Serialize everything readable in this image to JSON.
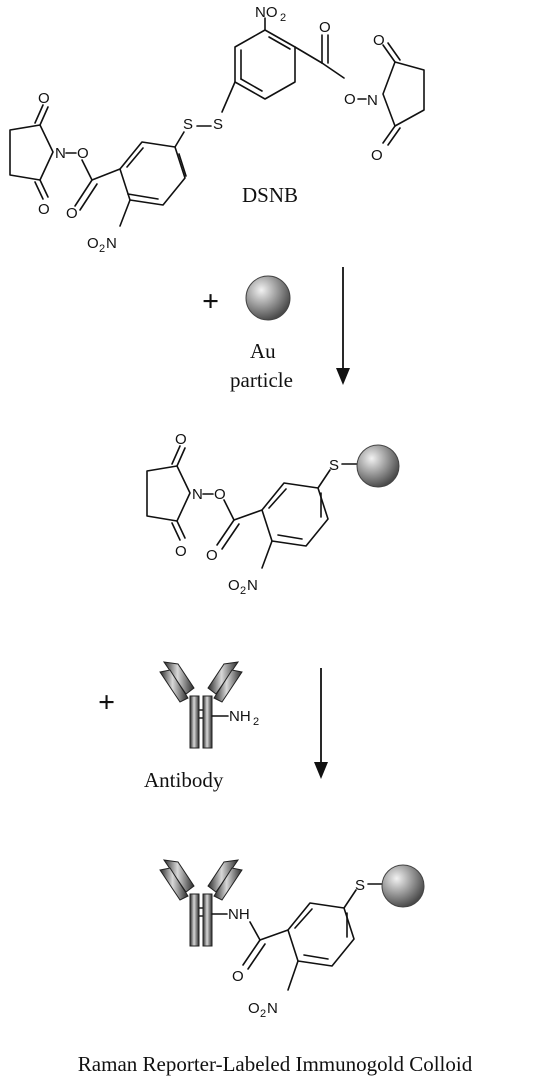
{
  "atoms": {
    "no2": "NO",
    "o2n": "O",
    "two": "2",
    "o2n_tail": "N",
    "n": "N",
    "o": "O",
    "s": "S",
    "nh2": "NH",
    "nh": "NH"
  },
  "labels": {
    "dsnb": "DSNB",
    "plus": "+",
    "au_line1": "Au",
    "au_line2": "particle",
    "antibody": "Antibody",
    "caption": "Raman Reporter-Labeled Immunogold Colloid"
  },
  "colors": {
    "gold_light": "#f2f2f2",
    "gold_dark": "#4a4a4a",
    "antibody_dark": "#2a2a2a",
    "antibody_light": "#d8d8d8"
  }
}
